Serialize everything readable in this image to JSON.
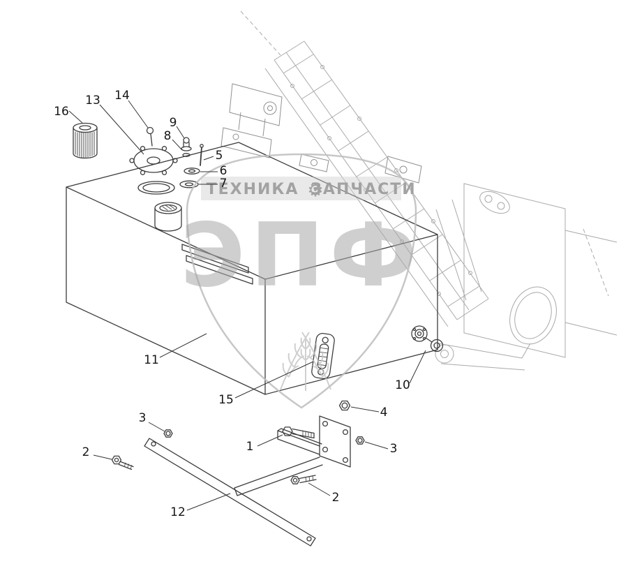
{
  "watermark": {
    "band_left": "ТЕХНИКА",
    "band_right": "ЗАПЧАСТИ",
    "gear": "⚙",
    "brand": "ЭПФ"
  },
  "part_labels": {
    "l1": "1",
    "l2a": "2",
    "l2b": "2",
    "l3a": "3",
    "l3b": "3",
    "l4": "4",
    "l5": "5",
    "l6": "6",
    "l7": "7",
    "l8": "8",
    "l9": "9",
    "l10": "10",
    "l11": "11",
    "l12": "12",
    "l13": "13",
    "l14": "14",
    "l15": "15",
    "l16": "16"
  },
  "colors": {
    "part_lines": "#3c3c3c",
    "frame_lines": "#a9a9a9",
    "leader_lines": "#333333",
    "watermark_gray": "#a8a8a8",
    "label_text": "#161616"
  }
}
